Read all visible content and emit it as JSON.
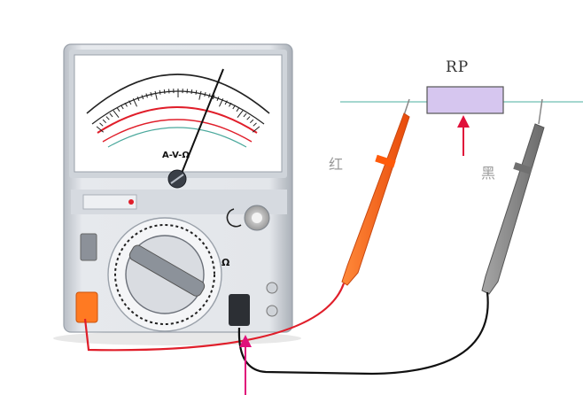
{
  "resistor": {
    "label": "RP"
  },
  "probes": {
    "red_label": "红",
    "black_label": "黑"
  },
  "meter": {
    "dial_text": "A-V-Ω",
    "switch_mark": "Ω"
  },
  "colors": {
    "body": "#dfe3e8",
    "face": "#ffffff",
    "red_probe": "#ff6a1a",
    "black_probe": "#808080",
    "resistor_fill": "#d6c6ef",
    "wire_line": "#6fbfb2",
    "arrow": "#e0103a",
    "pink_arrow": "#e0107a"
  }
}
